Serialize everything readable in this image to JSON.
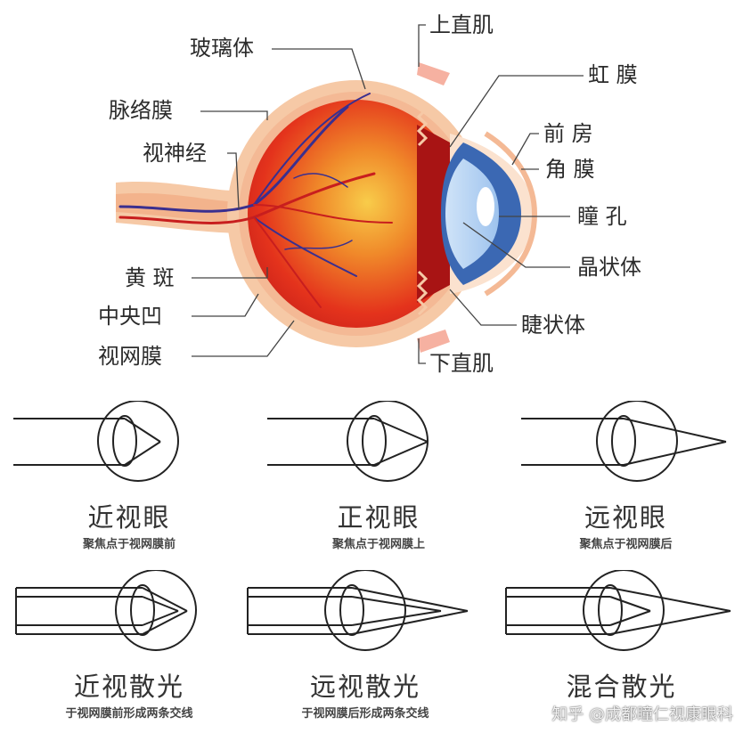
{
  "eye": {
    "labels": {
      "vitreous": "玻璃体",
      "superior_rectus": "上直肌",
      "iris": "虹 膜",
      "choroid": "脉络膜",
      "anterior_chamber": "前 房",
      "optic_nerve": "视神经",
      "cornea": "角 膜",
      "pupil": "瞳 孔",
      "lens": "晶状体",
      "macula": "黄 斑",
      "fovea": "中央凹",
      "ciliary_body": "睫状体",
      "retina": "视网膜",
      "inferior_rectus": "下直肌"
    }
  },
  "refraction": [
    {
      "title": "近视眼",
      "subtitle": "聚焦点于视网膜前"
    },
    {
      "title": "正视眼",
      "subtitle": "聚焦点于视网膜上"
    },
    {
      "title": "远视眼",
      "subtitle": "聚焦点于视网膜后"
    },
    {
      "title": "近视散光",
      "subtitle": "于视网膜前形成两条交线"
    },
    {
      "title": "远视散光",
      "subtitle": "于视网膜后形成两条交线"
    },
    {
      "title": "混合散光",
      "subtitle": ""
    }
  ],
  "watermark": "知乎 @成都瞳仁视康眼科",
  "colors": {
    "sclera": "#f6c9a6",
    "eyeball_red": "#e4331c",
    "eyeball_glow": "#f7b63c",
    "iris_blue": "#3b68b3",
    "lens_blue": "#9ec3ee",
    "vessel_red": "#c81e1e",
    "vessel_blue": "#3a2f8f",
    "line": "#444444"
  }
}
